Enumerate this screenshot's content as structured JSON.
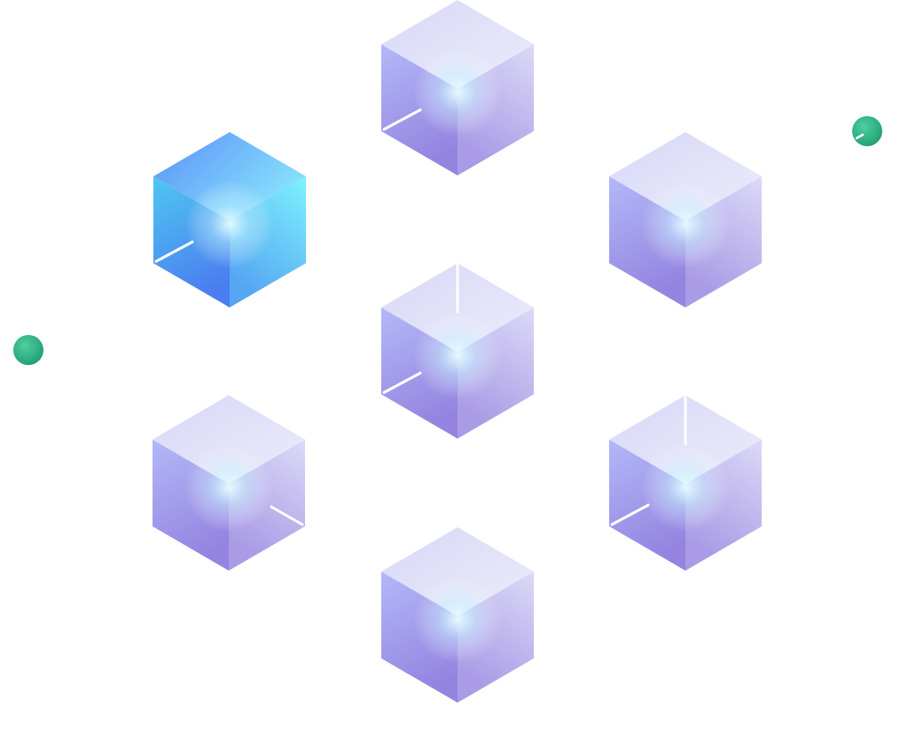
{
  "illustration": {
    "subject": "isometric-cube-cluster",
    "colors": {
      "background": "#ffffff",
      "cube_top": "#e6e6fa",
      "cube_left": "#a9aef5",
      "cube_right": "#c9c3f1",
      "cube_bottom_shade": "#9a8ae0",
      "cube_glow": "#dffcff",
      "accent_cube_top": "#74c8ff",
      "accent_cube_left": "#4a8ef5",
      "accent_cube_right": "#7ee8fb",
      "edge_highlight": "#ffffff",
      "dot_green": "#2bb585"
    },
    "cubes": [
      {
        "id": "top",
        "variant": "lavender",
        "highlights": [
          "left-low"
        ]
      },
      {
        "id": "upper-left",
        "variant": "accent-blue",
        "highlights": [
          "left-low"
        ]
      },
      {
        "id": "upper-right",
        "variant": "lavender",
        "highlights": []
      },
      {
        "id": "center",
        "variant": "lavender",
        "highlights": [
          "top-vertical",
          "left-low"
        ]
      },
      {
        "id": "lower-left",
        "variant": "lavender",
        "highlights": [
          "right-low"
        ]
      },
      {
        "id": "lower-right",
        "variant": "lavender",
        "highlights": [
          "top-vertical",
          "left-low"
        ]
      },
      {
        "id": "bottom",
        "variant": "lavender",
        "highlights": []
      }
    ],
    "dots": [
      {
        "id": "right",
        "icon": "green-sphere-icon",
        "has_highlight": true
      },
      {
        "id": "left",
        "icon": "green-sphere-icon",
        "has_highlight": false
      }
    ]
  }
}
